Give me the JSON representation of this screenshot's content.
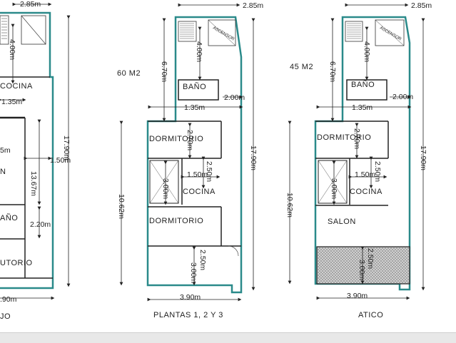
{
  "plans": {
    "left": {
      "caption": "JO",
      "rooms": [
        "COCINA",
        "N",
        "AÑO",
        "UTORIO"
      ],
      "dims": [
        "2.85m",
        "4.00m",
        "1.35m",
        "5m",
        "1.50m",
        "17.90m",
        "13.67m",
        "2.20m",
        ".90m"
      ]
    },
    "middle": {
      "caption": "PLANTAS 1, 2 Y 3",
      "area": "60 M2",
      "stair_label": "ASCENSOR",
      "rooms": [
        "BAÑO",
        "DORMITORIO",
        "COCINA",
        "DORMITORIO"
      ],
      "dims": [
        "2.85m",
        "4.00m",
        "6.70m",
        "2.00m",
        "1.35m",
        "2.70m",
        "1.50m",
        "2.50m",
        "3.00m",
        "10.62m",
        "17.90m",
        "2.50m",
        "3.00m",
        "3.90m"
      ]
    },
    "right": {
      "caption": "ATICO",
      "area": "45 M2",
      "stair_label": "ASCENSOR",
      "rooms": [
        "BAÑO",
        "DORMITORIO",
        "COCINA",
        "SALON"
      ],
      "dims": [
        "2.85m",
        "4.00m",
        "6.70m",
        "2.00m",
        "1.35m",
        "2.70m",
        "1.50m",
        "2.50m",
        "3.00m",
        "10.62m",
        "17.90m",
        "2.50m",
        "3.00m",
        "3.90m"
      ]
    }
  },
  "colors": {
    "wall": "#2a8a8a",
    "line": "#222222",
    "hatch": "#9a9a9a"
  }
}
